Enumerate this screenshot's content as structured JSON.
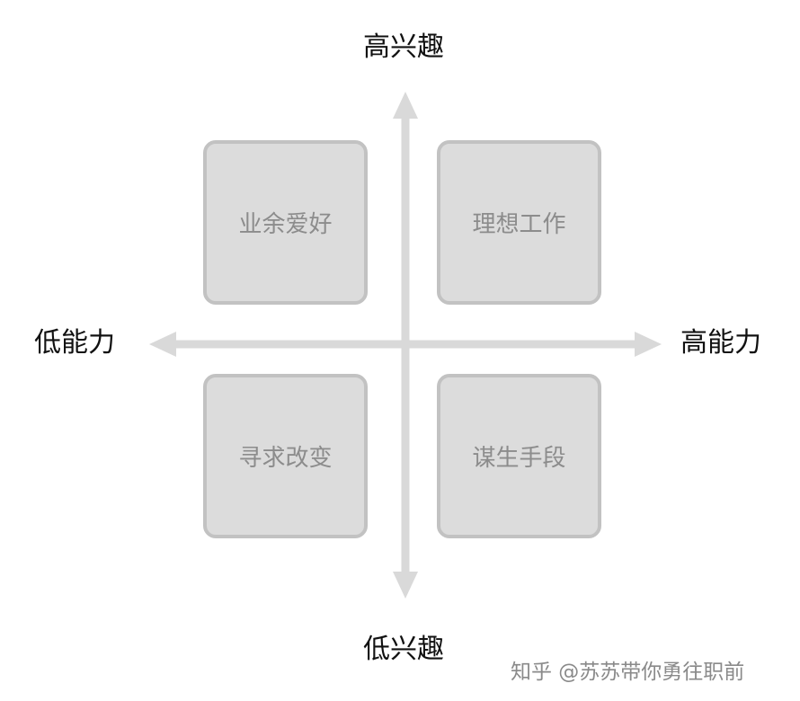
{
  "axes": {
    "top_label": "高兴趣",
    "bottom_label": "低兴趣",
    "left_label": "低能力",
    "right_label": "高能力",
    "axis_color": "#d9d9d9"
  },
  "quadrants": {
    "top_left": "业余爱好",
    "top_right": "理想工作",
    "bottom_left": "寻求改变",
    "bottom_right": "谋生手段",
    "fill_color": "#dcdcdc",
    "border_color": "#c2c2c2",
    "text_color": "#8c8c8c"
  },
  "watermark": "知乎 @苏苏带你勇往职前"
}
